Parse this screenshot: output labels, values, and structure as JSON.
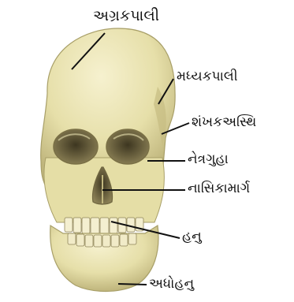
{
  "labels": {
    "frontal": "અગ્રકપાલી",
    "parietal": "મધ્યકપાલી",
    "temporal": "શંખકઅસ્થિ",
    "orbit": "નેત્રગુહા",
    "nasal": "નાસિકામાર્ગ",
    "maxilla": "હનુ",
    "mandible": "અધોહનુ"
  },
  "colors": {
    "bone": "#ece6b4",
    "bone_shadow": "#c9bf86",
    "cavity": "#6f6640",
    "pointer": "#111111"
  }
}
